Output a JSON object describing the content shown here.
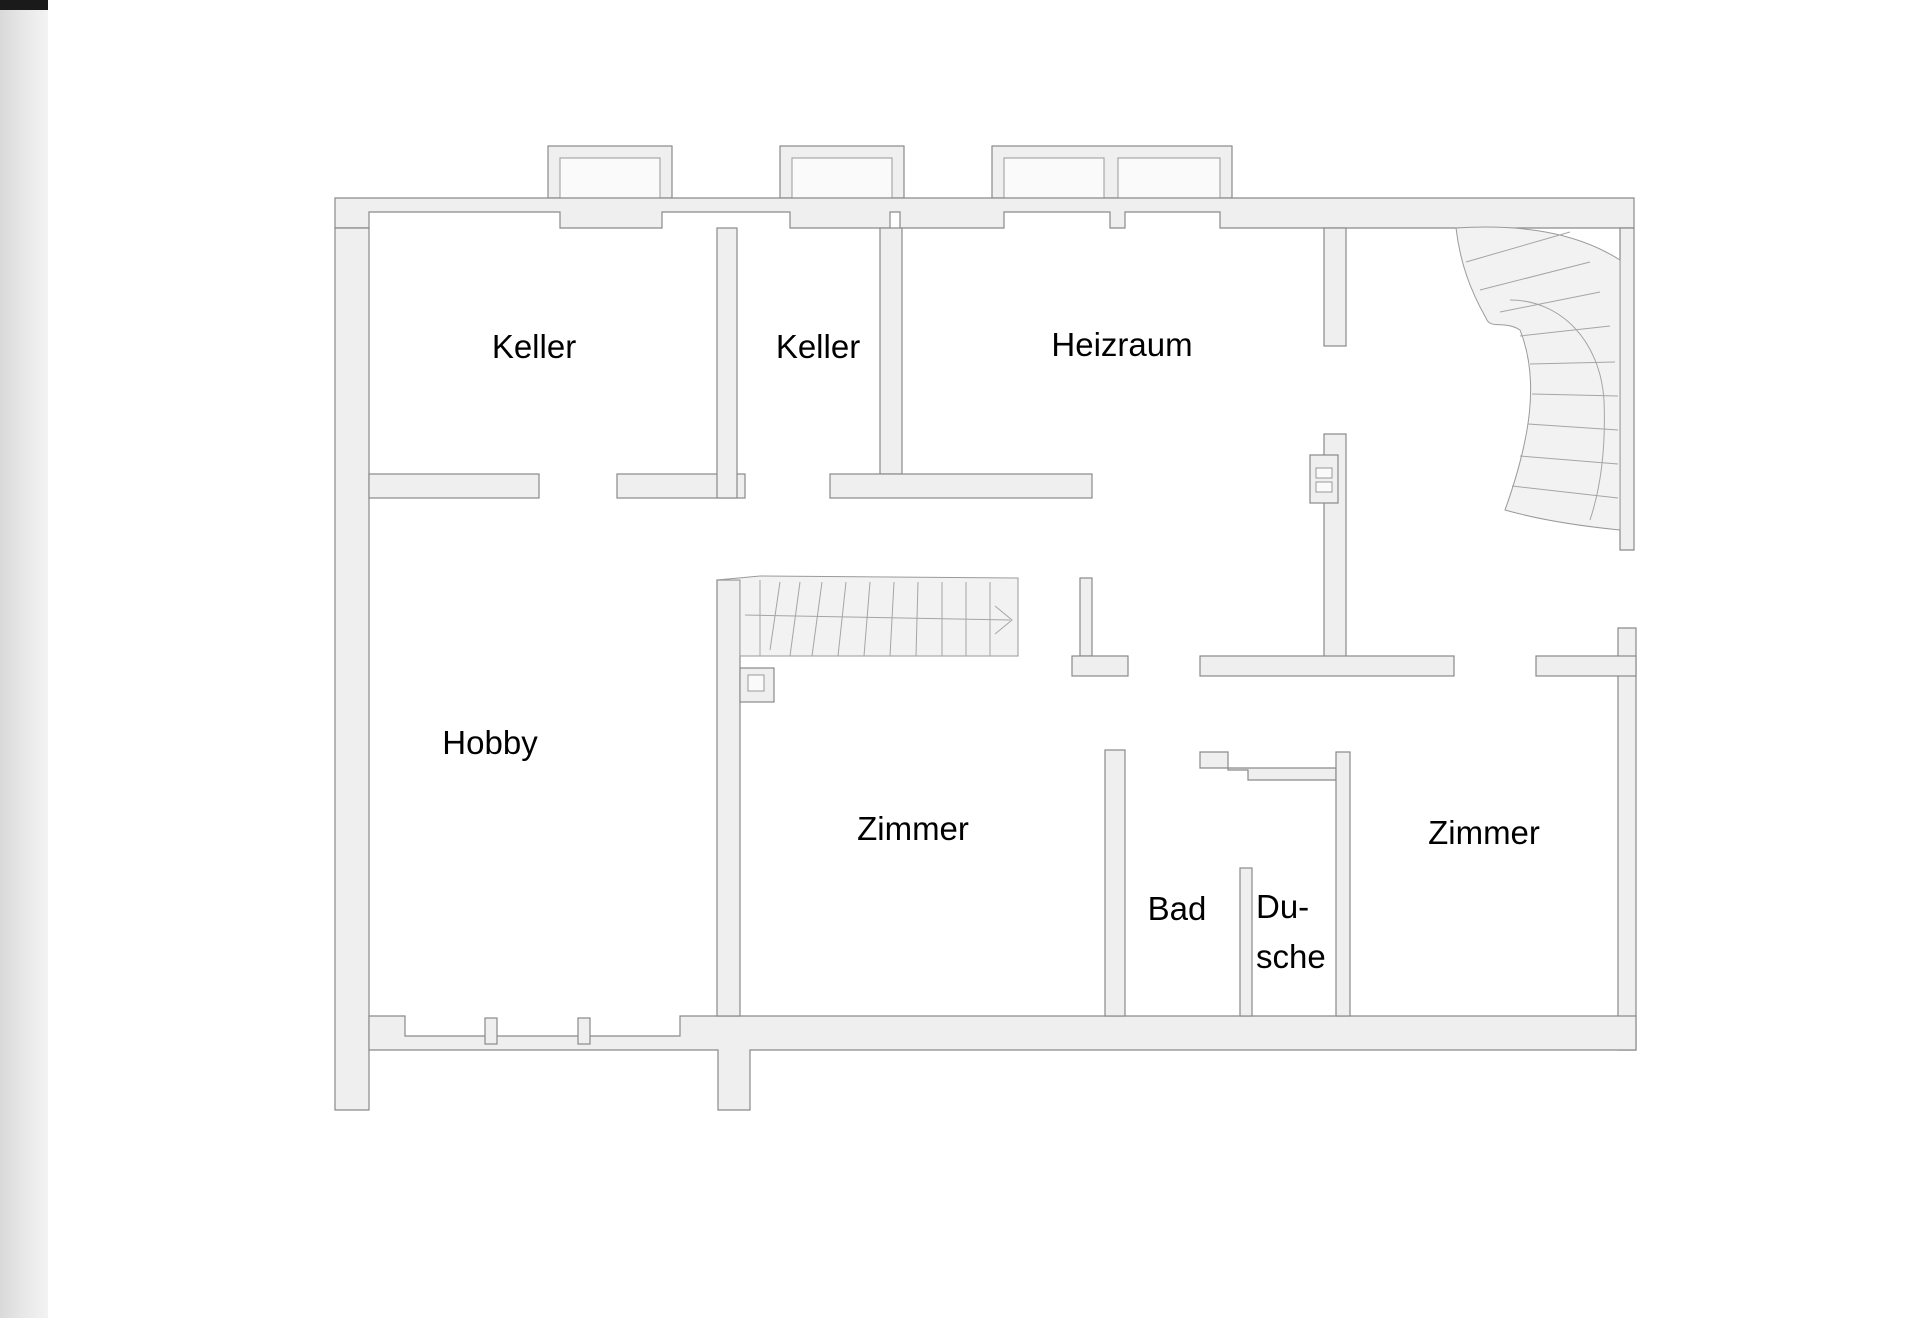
{
  "rooms": {
    "keller_1": "Keller",
    "keller_2": "Keller",
    "heizraum": "Heizraum",
    "hobby": "Hobby",
    "zimmer_1": "Zimmer",
    "bad": "Bad",
    "dusche_line1": "Du-",
    "dusche_line2": "sche",
    "zimmer_2": "Zimmer"
  },
  "colors": {
    "wall_fill": "#efefef",
    "wall_stroke": "#8a8a8a",
    "label": "#000000"
  },
  "icons": {
    "spiral_stair": "spiral-staircase-icon",
    "straight_stair": "straight-staircase-icon"
  }
}
